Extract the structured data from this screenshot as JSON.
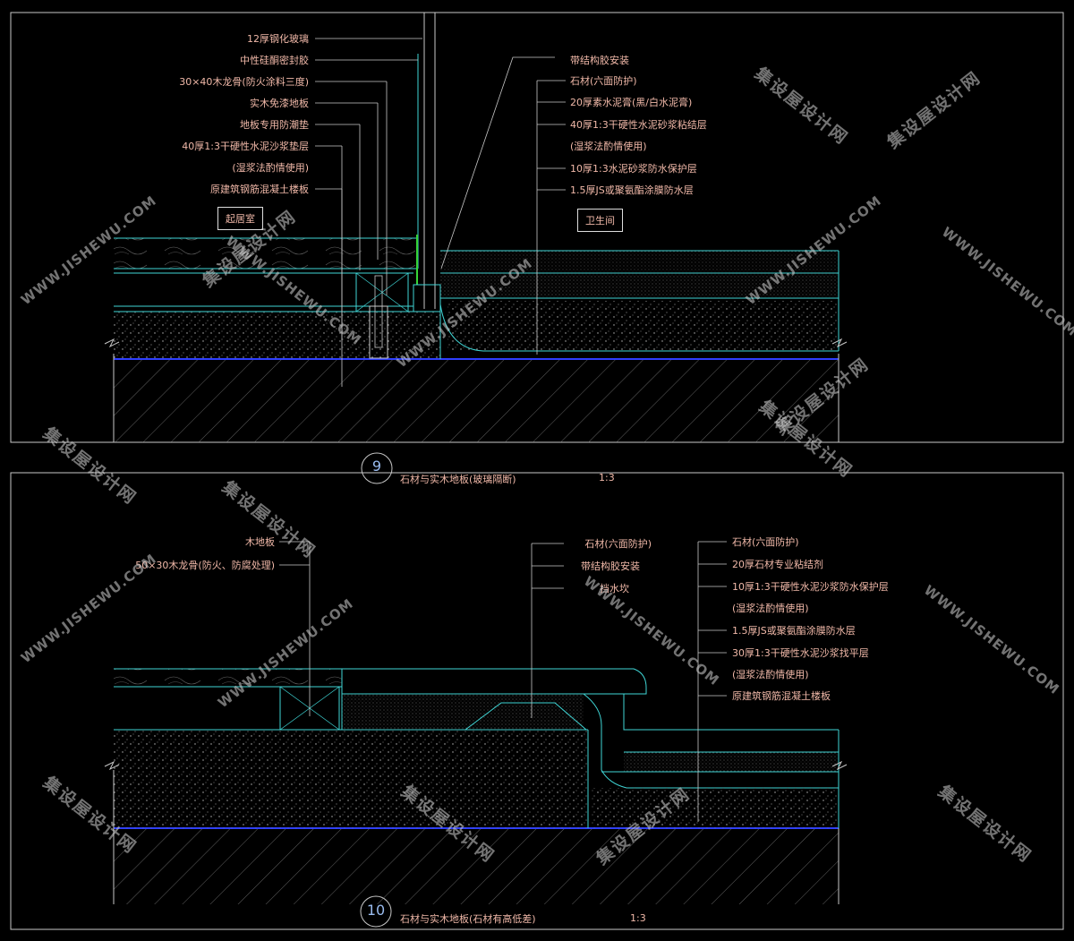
{
  "detail9": {
    "number": "9",
    "title": "石材与实木地板(玻璃隔断)",
    "scale": "1:3",
    "room_left": "起居室",
    "room_right": "卫生间",
    "left_labels": [
      "12厚钢化玻璃",
      "中性硅酮密封胶",
      "30×40木龙骨(防火涂料三度)",
      "实木免漆地板",
      "地板专用防潮垫",
      "40厚1:3干硬性水泥沙浆垫层",
      "(湿浆法酌情使用)",
      "原建筑钢筋混凝土楼板"
    ],
    "right_labels": [
      "带结构胶安装",
      "石材(六面防护)",
      "20厚素水泥膏(黑/白水泥膏)",
      "40厚1:3干硬性水泥砂浆粘结层",
      "(湿浆法酌情使用)",
      "10厚1:3水泥砂浆防水保护层",
      "1.5厚JS或聚氨酯涂膜防水层"
    ]
  },
  "detail10": {
    "number": "10",
    "title": "石材与实木地板(石材有高低差)",
    "scale": "1:3",
    "left_labels": [
      "木地板",
      "50×30木龙骨(防火、防腐处理)"
    ],
    "mid_labels": [
      "石材(六面防护)",
      "带结构胶安装",
      "挡水坎"
    ],
    "right_labels": [
      "石材(六面防护)",
      "20厚石材专业粘结剂",
      "10厚1:3干硬性水泥沙浆防水保护层",
      "(湿浆法酌情使用)",
      "1.5厚JS或聚氨酯涂膜防水层",
      "30厚1:3干硬性水泥沙浆找平层",
      "(湿浆法酌情使用)",
      "原建筑钢筋混凝土楼板"
    ]
  },
  "watermark": {
    "cn": "集设屋设计网",
    "en": "WWW.JISHEWU.COM"
  },
  "colors": {
    "cyan": "#3fd6d6",
    "label": "#f0b8a8",
    "frame": "#c8c8c8",
    "blue": "#2f3fff",
    "green": "#37d437"
  }
}
